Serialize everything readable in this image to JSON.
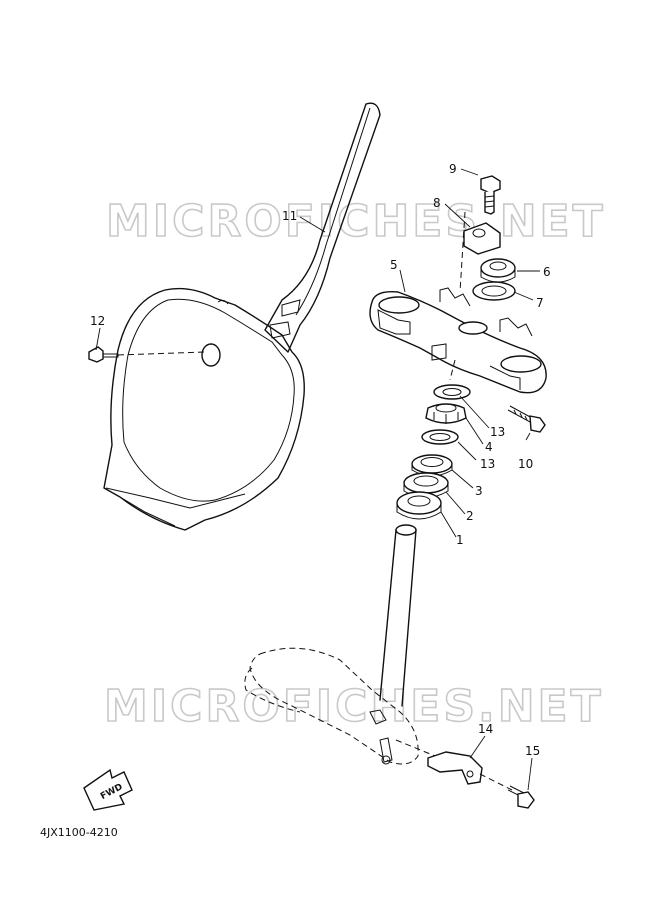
{
  "watermark": {
    "text": "MICROFICHES.NET"
  },
  "part_code": "4JX1100-4210",
  "fwd_label": "FWD",
  "callouts": {
    "c1": "1",
    "c2": "2",
    "c3": "3",
    "c4": "4",
    "c5": "5",
    "c6": "6",
    "c7": "7",
    "c8": "8",
    "c9": "9",
    "c10": "10",
    "c11": "11",
    "c12": "12",
    "c13a": "13",
    "c13b": "13",
    "c14": "14",
    "c15": "15"
  },
  "parts": [
    "front-number-plate",
    "number-plate-screw",
    "bolt-9",
    "cap-8",
    "nut-6",
    "washer-7",
    "upper-bracket-5",
    "bolt-10",
    "washer-13",
    "ring-nut-4",
    "bearing-3",
    "bearing-2",
    "seal-1",
    "steering-stem",
    "cable-guide-14",
    "bolt-15"
  ]
}
